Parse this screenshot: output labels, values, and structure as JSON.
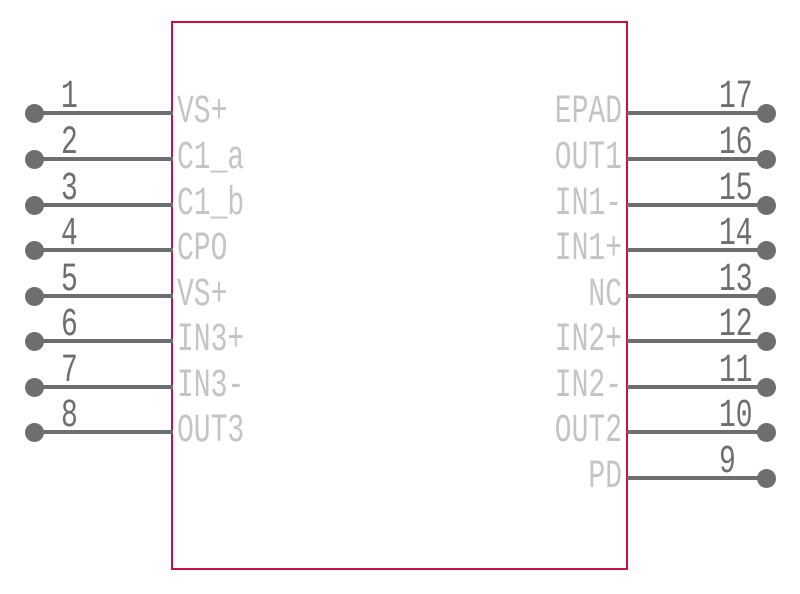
{
  "colors": {
    "background": "#FFFFFF",
    "body_outline": "#C9123B",
    "pin_wire": "#6E6E6E",
    "pin_dot": "#6E6E6E",
    "pin_number": "#6E6E6E",
    "pin_label": "#C4C4C4"
  },
  "symbol": {
    "left_pins": [
      {
        "number": "1",
        "label": "VS+"
      },
      {
        "number": "2",
        "label": "C1_a"
      },
      {
        "number": "3",
        "label": "C1_b"
      },
      {
        "number": "4",
        "label": "CPO"
      },
      {
        "number": "5",
        "label": "VS+"
      },
      {
        "number": "6",
        "label": "IN3+"
      },
      {
        "number": "7",
        "label": "IN3-"
      },
      {
        "number": "8",
        "label": "OUT3"
      }
    ],
    "right_pins": [
      {
        "number": "17",
        "label": "EPAD"
      },
      {
        "number": "16",
        "label": "OUT1"
      },
      {
        "number": "15",
        "label": "IN1-"
      },
      {
        "number": "14",
        "label": "IN1+"
      },
      {
        "number": "13",
        "label": "NC"
      },
      {
        "number": "12",
        "label": "IN2+"
      },
      {
        "number": "11",
        "label": "IN2-"
      },
      {
        "number": "10",
        "label": "OUT2"
      },
      {
        "number": "9",
        "label": "PD"
      }
    ]
  }
}
